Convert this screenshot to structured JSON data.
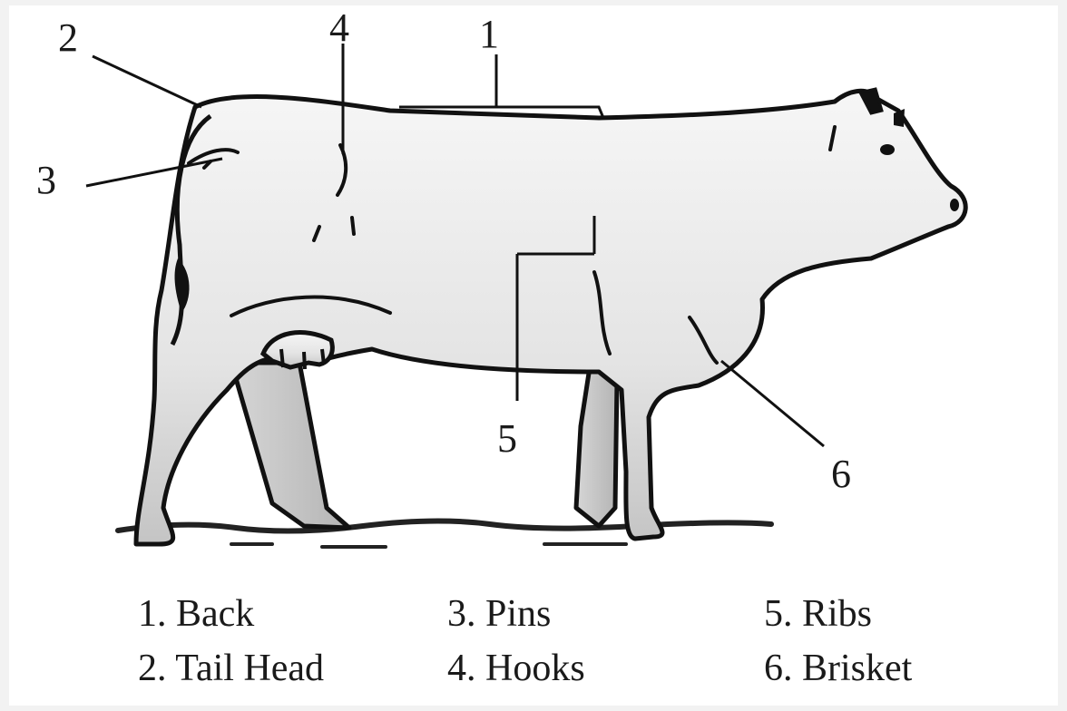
{
  "diagram": {
    "callouts": [
      {
        "id": "back",
        "number": "1"
      },
      {
        "id": "tail-head",
        "number": "2"
      },
      {
        "id": "pins",
        "number": "3"
      },
      {
        "id": "hooks",
        "number": "4"
      },
      {
        "id": "ribs",
        "number": "5"
      },
      {
        "id": "brisket",
        "number": "6"
      }
    ],
    "legend": [
      "1. Back",
      "2. Tail Head",
      "3. Pins",
      "4. Hooks",
      "5. Ribs",
      "6. Brisket"
    ],
    "colors": {
      "outline": "#111111",
      "body_light": "#f4f4f4",
      "body_shade": "#c9c9c9",
      "ground": "#222222"
    }
  }
}
